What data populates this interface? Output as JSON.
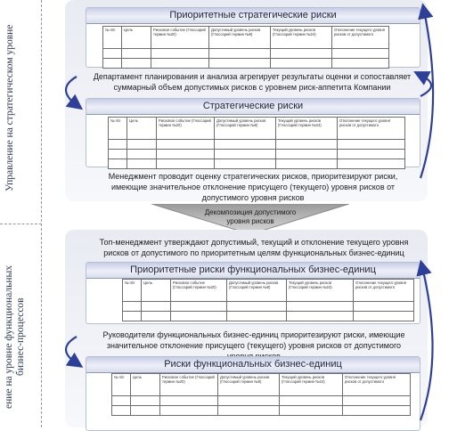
{
  "side_labels": {
    "strategic": "Управление на стратегическом уровне",
    "functional": "ение на уровне функциональных бизнес-процессов"
  },
  "strategic_level": {
    "top_table": {
      "title": "Приоритетные стратегические риски",
      "headers": [
        "№ п/п",
        "Цель",
        "Рисковое событие (Глоссарий термин №20)",
        "Допустимый уровень рисков (Глоссарий термин №8)",
        "Текущий уровень рисков (Глоссарий термин №24)",
        "Отклонение текущего уровня рисков от допустимого"
      ]
    },
    "note_1": "Департамент планирования и анализа агрегирует результаты оценки и сопоставляет суммарный объем допустимых рисков с уровнем риск-аппетита Компании",
    "second_table": {
      "title": "Стратегические риски",
      "headers": [
        "№ п/п",
        "Цель",
        "Рисковое событие (Глоссарий термин №20)",
        "Допустимый уровень рисков (Глоссарий термин №8)",
        "Текущий уровень рисков (Глоссарий термин №24)",
        "Отклонение текущего уровня рисков от допустимого"
      ]
    },
    "note_2": "Менеджмент проводит оценку стратегических рисков, приоритезируют риски, имеющие значительное отклонение присущего (текущего) уровня рисков от допустимого уровня рисков"
  },
  "decomposition_arrow": {
    "label": "Декомпозиция допустимого уровня рисков"
  },
  "functional_level": {
    "note_top": "Топ-менеджмент утверждают допустимый, текущий и отклонение текущего уровня рисков от допустимого по приоритетным целям функциональных бизнес-единиц",
    "priority_table": {
      "title": "Приоритетные риски функциональных бизнес-единиц",
      "headers": [
        "№ п/п",
        "Цель",
        "Рисковое событие (Глоссарий термин №20)",
        "Допустимый уровень рисков (Глоссарий термин №8)",
        "Текущий уровень рисков (Глоссарий термин №24)",
        "Отклонение текущего уровня рисков от допустимого"
      ]
    },
    "note_mid": "Руководители функциональных бизнес-единиц приоритезируют риски, имеющие значительное отклонение присущего (текущего) уровня рисков от допустимого уровня рисков",
    "risks_table": {
      "title": "Риски функциональных бизнес-единиц",
      "headers": [
        "№ п/п",
        "Цель",
        "Рисковое событие (Глоссарий термин №20)",
        "Допустимый уровень рисков (Глоссарий термин №8)",
        "Текущий уровень рисков (Глоссарий термин №24)",
        "Отклонение текущего уровня рисков от допустимого"
      ]
    }
  },
  "colors": {
    "panel_title_bg": "#c7cde6",
    "arrow_blue": "#2e3f9a",
    "level_bg": "#e8ebf2"
  }
}
